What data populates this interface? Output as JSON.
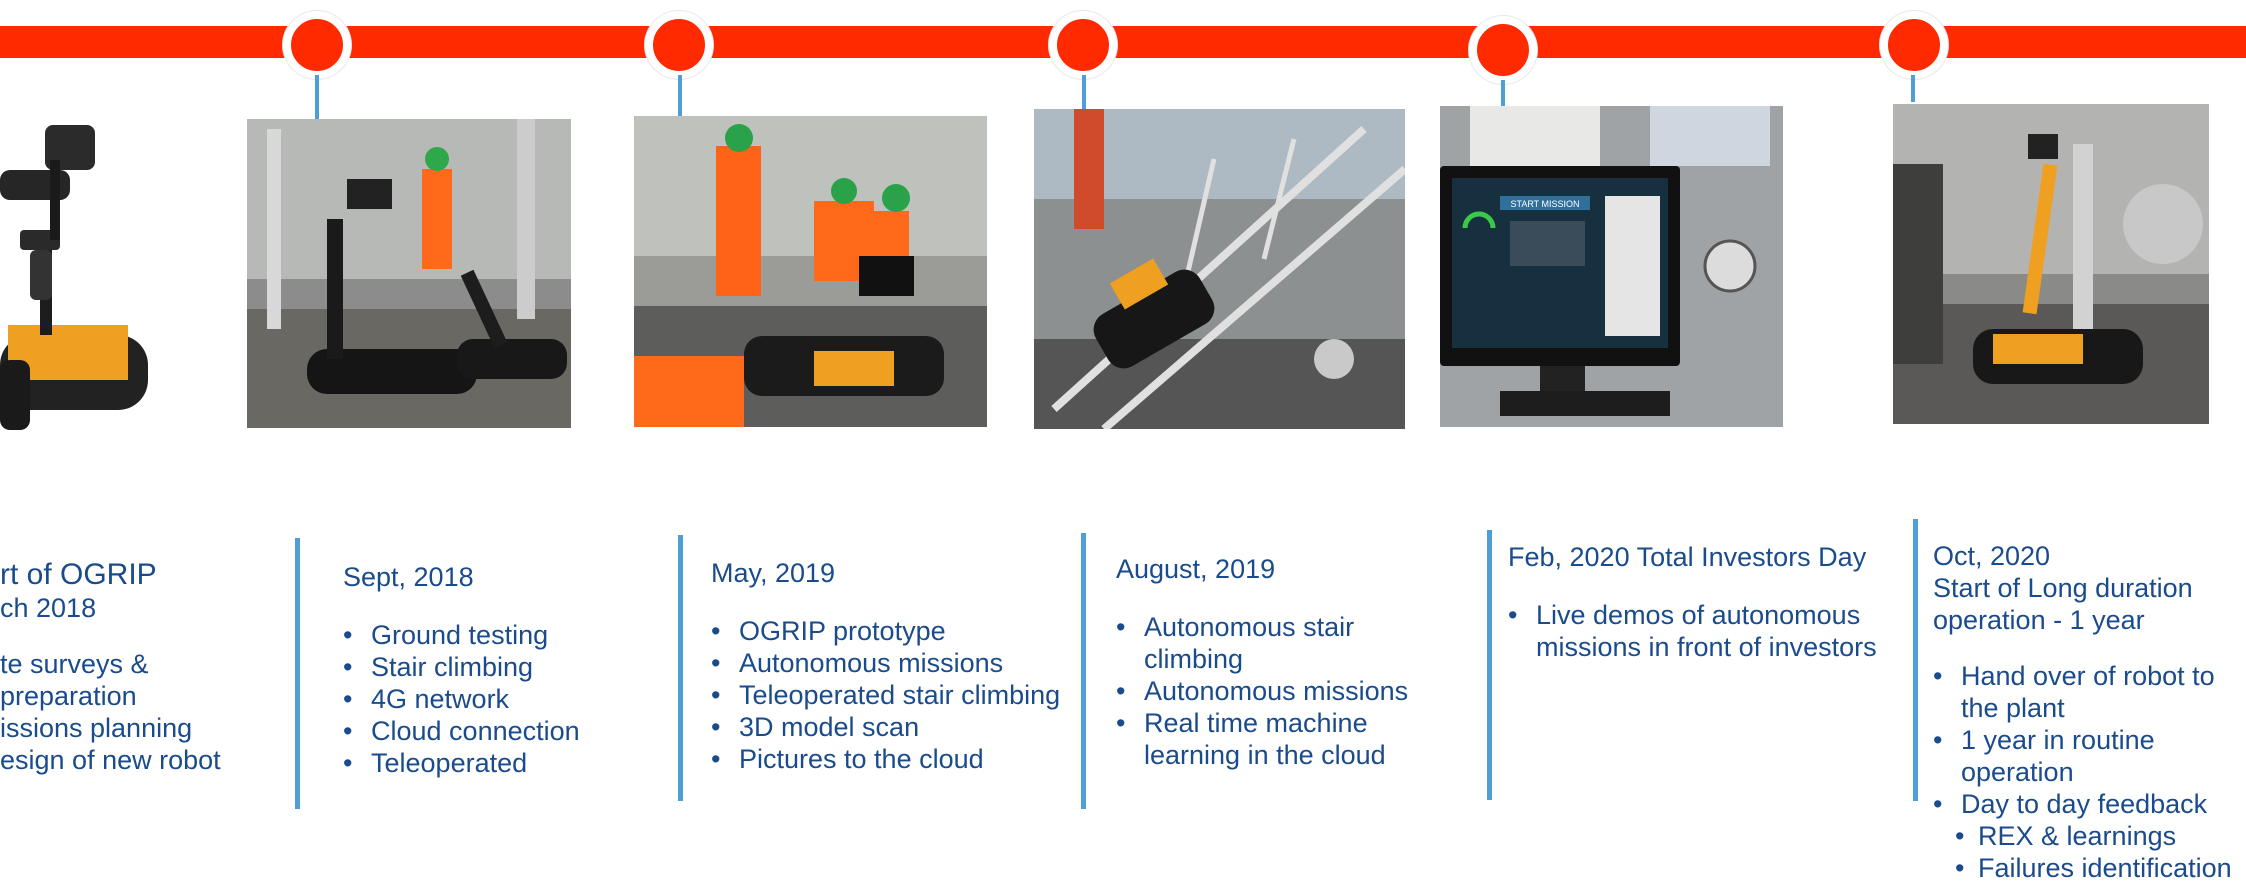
{
  "timeline": {
    "milestones": [
      {
        "title_lines": [
          "rt of OGRIP",
          "ch 2018"
        ],
        "items": [
          "te surveys & preparation",
          "issions planning",
          "esign of new robot"
        ],
        "photo": "robot-render"
      },
      {
        "title_lines": [
          "Sept, 2018"
        ],
        "items": [
          "Ground testing",
          "Stair climbing",
          "4G network",
          "Cloud connection",
          "Teleoperated"
        ],
        "photo": "robot-ground-testing"
      },
      {
        "title_lines": [
          "May, 2019"
        ],
        "items": [
          "OGRIP prototype",
          "Autonomous missions",
          "Teleoperated stair climbing",
          "3D model scan",
          "Pictures to the cloud"
        ],
        "photo": "operators-with-laptop"
      },
      {
        "title_lines": [
          "August, 2019"
        ],
        "items": [
          "Autonomous stair climbing",
          "Autonomous missions",
          "Real time machine learning in the cloud"
        ],
        "photo": "robot-on-stairs"
      },
      {
        "title_lines": [
          "Feb, 2020 Total Investors Day"
        ],
        "items": [
          "Live demos of autonomous missions in front of investors"
        ],
        "photo": "monitor-start-mission",
        "monitor_text": "START MISSION"
      },
      {
        "title_lines": [
          "Oct, 2020",
          "Start of Long duration operation - 1 year"
        ],
        "items": [
          "Hand over of robot to the plant",
          "1 year in routine operation",
          "Day to day feedback"
        ],
        "sub_items": [
          "REX & learnings",
          "Failures identification"
        ],
        "photo": "robot-in-plant"
      }
    ]
  },
  "colors": {
    "timeline_bar": "#ff2a00",
    "connector": "#4e9fd6",
    "text": "#1a4b8c",
    "robot_accent": "#f0a020"
  }
}
